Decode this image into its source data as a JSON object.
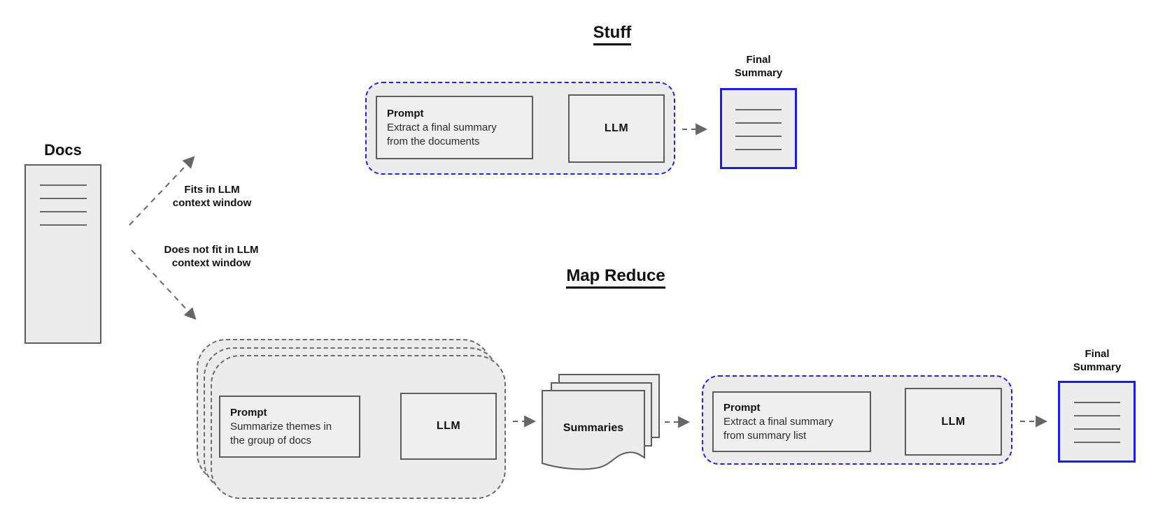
{
  "docs": {
    "label": "Docs"
  },
  "decision": {
    "fits": "Fits in LLM\ncontext window",
    "not_fits": "Does not fit in LLM\ncontext window"
  },
  "stuff": {
    "title": "Stuff",
    "prompt_heading": "Prompt",
    "prompt_body": "Extract a final summary\nfrom the documents",
    "llm": "LLM",
    "final_summary": "Final\nSummary"
  },
  "map_reduce": {
    "title": "Map Reduce",
    "map_prompt_heading": "Prompt",
    "map_prompt_body": "Summarize themes in\nthe group of docs",
    "map_llm": "LLM",
    "summaries": "Summaries",
    "reduce_prompt_heading": "Prompt",
    "reduce_prompt_body": "Extract a final summary\nfrom summary list",
    "reduce_llm": "LLM",
    "final_summary": "Final\nSummary"
  },
  "colors": {
    "accent_blue": "#2222e6",
    "container_fill": "#ececec",
    "border_gray": "#5c5c5c",
    "arrow_gray": "#666666",
    "text_black": "#111111"
  }
}
